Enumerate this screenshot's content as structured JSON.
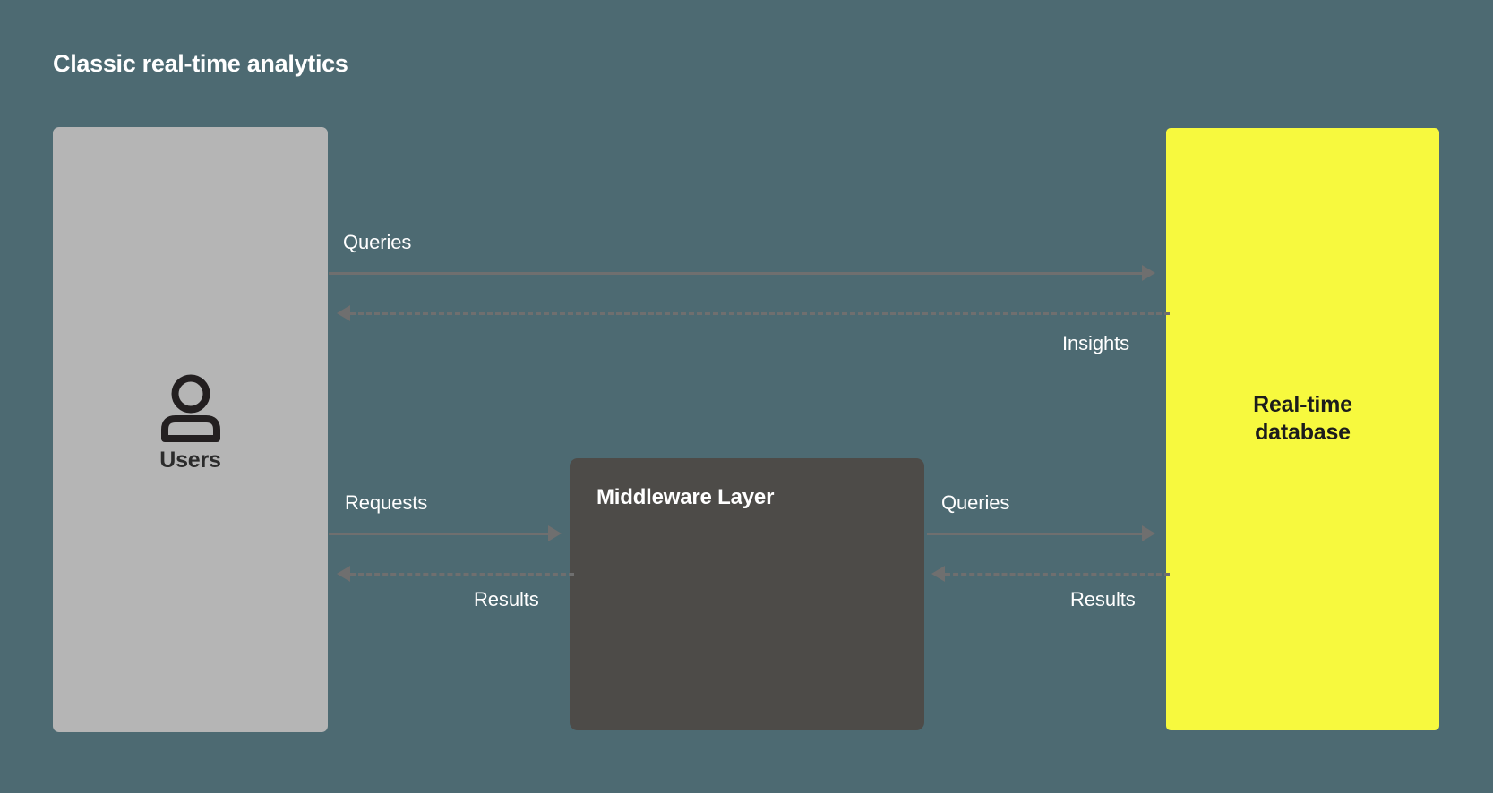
{
  "title": "Classic real-time analytics",
  "theme": {
    "background": "#4d6a72",
    "users_box": "#b5b5b5",
    "middleware_box": "#4d4b48",
    "database_box": "#f7f93e",
    "connector": "#6f6f6f",
    "label_text": "#ffffff"
  },
  "nodes": {
    "users": {
      "label": "Users",
      "icon": "user-icon"
    },
    "middleware": {
      "label": "Middleware Layer"
    },
    "database": {
      "line1": "Real-time",
      "line2": "database"
    }
  },
  "connectors": [
    {
      "label": "Queries",
      "style": "solid",
      "direction": "right",
      "from": "users",
      "to": "database"
    },
    {
      "label": "Insights",
      "style": "dashed",
      "direction": "left",
      "from": "database",
      "to": "users"
    },
    {
      "label": "Requests",
      "style": "solid",
      "direction": "right",
      "from": "users",
      "to": "middleware"
    },
    {
      "label": "Results",
      "style": "dashed",
      "direction": "left",
      "from": "middleware",
      "to": "users"
    },
    {
      "label": "Queries",
      "style": "solid",
      "direction": "right",
      "from": "middleware",
      "to": "database"
    },
    {
      "label": "Results",
      "style": "dashed",
      "direction": "left",
      "from": "database",
      "to": "middleware"
    }
  ]
}
